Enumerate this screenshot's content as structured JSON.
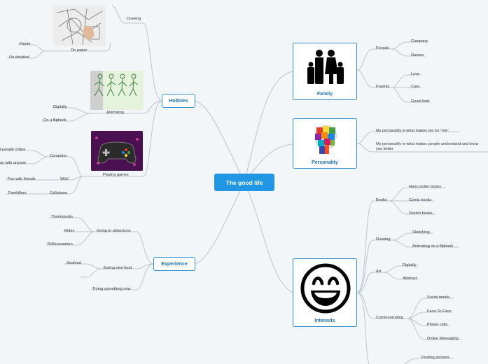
{
  "root": "The good life",
  "main": {
    "family": "Family",
    "personality": "Personality",
    "interests": "Interests",
    "hobbies": "Hobbies",
    "experience": "Experience"
  },
  "family": {
    "friends": "Friends",
    "company": "Company",
    "games": "Games",
    "parents": "Parents",
    "love": "Love",
    "care": "Care",
    "good_food": "Good food"
  },
  "personality": {
    "p1": "My personality is what makes me for \"me\"",
    "p2a": "My personality is what makes people understand and know",
    "p2b": "you better"
  },
  "interests": {
    "books": "Books",
    "harry": "Harry potter books",
    "comic": "Comic books",
    "sketch": "Sketch books",
    "drawing": "Drawing",
    "sketching": "Sketching",
    "animating_flipbook": "Animating on a flipbook",
    "art": "Art",
    "digitally": "Digitally",
    "abstract": "Abstract",
    "communicating": "Communicating",
    "social": "Social media",
    "face": "Face-To-Face",
    "phone": "Phone calls",
    "online": "Online Messaging",
    "posting": "Posting pictures"
  },
  "hobbies": {
    "drawing": "Drawing",
    "on_paper": "On paper",
    "faster": "Faster",
    "undetailed": "Un-detailed",
    "animating": "Animating",
    "digitally": "Digitally",
    "flipbook": "On a flipbook",
    "playing_games": "Playing games",
    "computer": "Computer",
    "meet_people": "t people online",
    "play_anyone": "ay with anyone",
    "wiiu": "WiiU",
    "fun_friends": "Fun with friends",
    "cellphone": "Cellphone",
    "timekillers": "Timekillers"
  },
  "experience": {
    "attractions": "Going to attractions",
    "themeparks": "Themeparks",
    "rides": "Rides",
    "rollercoasters": "Rollercoasters",
    "eating": "Eating new food",
    "seafood": "Seafood",
    "trying": "Trying something new"
  },
  "colors": {
    "accent": "#2196e3",
    "border": "#2f8fd8",
    "connector": "#b9c4ce",
    "background": "#f3f6f9"
  }
}
